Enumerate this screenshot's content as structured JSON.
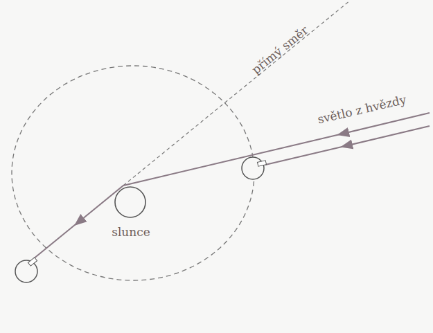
{
  "diagram": {
    "labels": [
      "přímý směr",
      "světlo z hvězdy",
      "slunce"
    ]
  }
}
